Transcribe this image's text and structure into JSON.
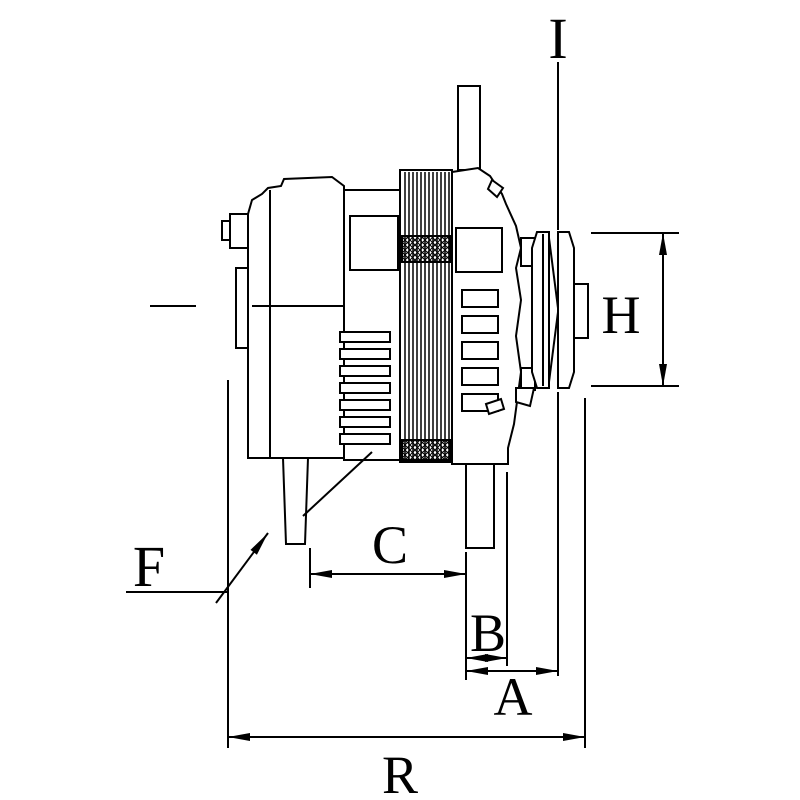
{
  "diagram": {
    "name": "alternator-side-view-dimensional-drawing",
    "labels": {
      "I": "I",
      "H": "H",
      "F": "F",
      "C": "C",
      "B": "B",
      "A": "A",
      "R": "R"
    },
    "colors": {
      "line": "#000000",
      "background": "#ffffff"
    }
  }
}
